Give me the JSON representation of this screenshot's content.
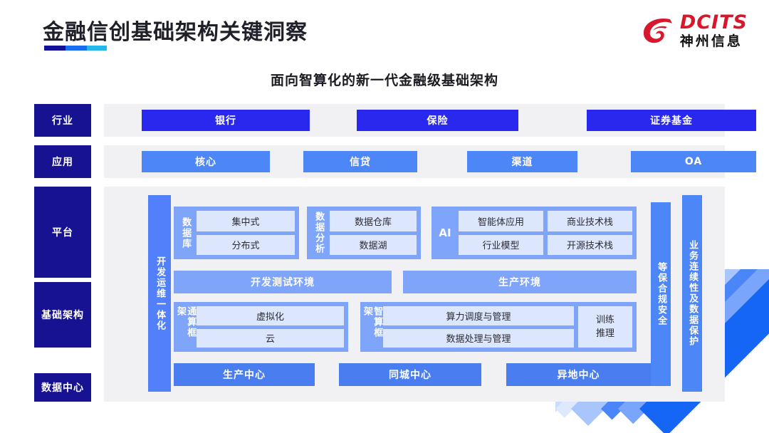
{
  "header": {
    "title": "金融信创基础架构关键洞察",
    "logo_en": "DCITS",
    "logo_cn": "神州信息",
    "logo_icon": "dcits-swirl-logo"
  },
  "subtitle": "面向智算化的新一代金融级基础架构",
  "colors": {
    "navy": "#171292",
    "industry_blue": "#2a28ee",
    "app_blue": "#4d86f7",
    "card_blue": "#7fa5fb",
    "chip_blue": "#dce7fd",
    "dc_blue": "#4a7ef0",
    "panel_gray": "#f1f1f3",
    "brand_red": "#d8172c"
  },
  "rows": {
    "industry": {
      "label": "行业",
      "items": [
        "银行",
        "保险",
        "证券基金"
      ]
    },
    "application": {
      "label": "应用",
      "items": [
        "核心",
        "信贷",
        "渠道",
        "OA"
      ]
    },
    "platform": {
      "label": "平台"
    },
    "infrastructure": {
      "label": "基础架构"
    },
    "datacenter": {
      "label": "数据中心",
      "items": [
        "生产中心",
        "同城中心",
        "异地中心"
      ]
    }
  },
  "main": {
    "devops_bar": "开发运维一体化",
    "right_bars": [
      "等保合规安全",
      "业务连续性及数据保护"
    ],
    "cards": [
      {
        "label": "数据库",
        "vertical": true,
        "rows": [
          [
            "集中式"
          ],
          [
            "分布式"
          ]
        ]
      },
      {
        "label": "数据分析",
        "vertical": true,
        "rows": [
          [
            "数据仓库"
          ],
          [
            "数据湖"
          ]
        ]
      },
      {
        "label": "AI",
        "vertical": false,
        "rows": [
          [
            "智能体应用",
            "商业技术栈"
          ],
          [
            "行业模型",
            "开源技术栈"
          ]
        ]
      }
    ],
    "environments": [
      "开发测试环境",
      "生产环境"
    ],
    "frameworks": [
      {
        "label": "通算框架",
        "rows": [
          [
            "虚拟化"
          ],
          [
            "云"
          ]
        ],
        "side": null
      },
      {
        "label": "智算框架",
        "rows": [
          [
            "算力调度与管理"
          ],
          [
            "数据处理与管理"
          ]
        ],
        "side": [
          "训练",
          "推理"
        ]
      }
    ]
  }
}
